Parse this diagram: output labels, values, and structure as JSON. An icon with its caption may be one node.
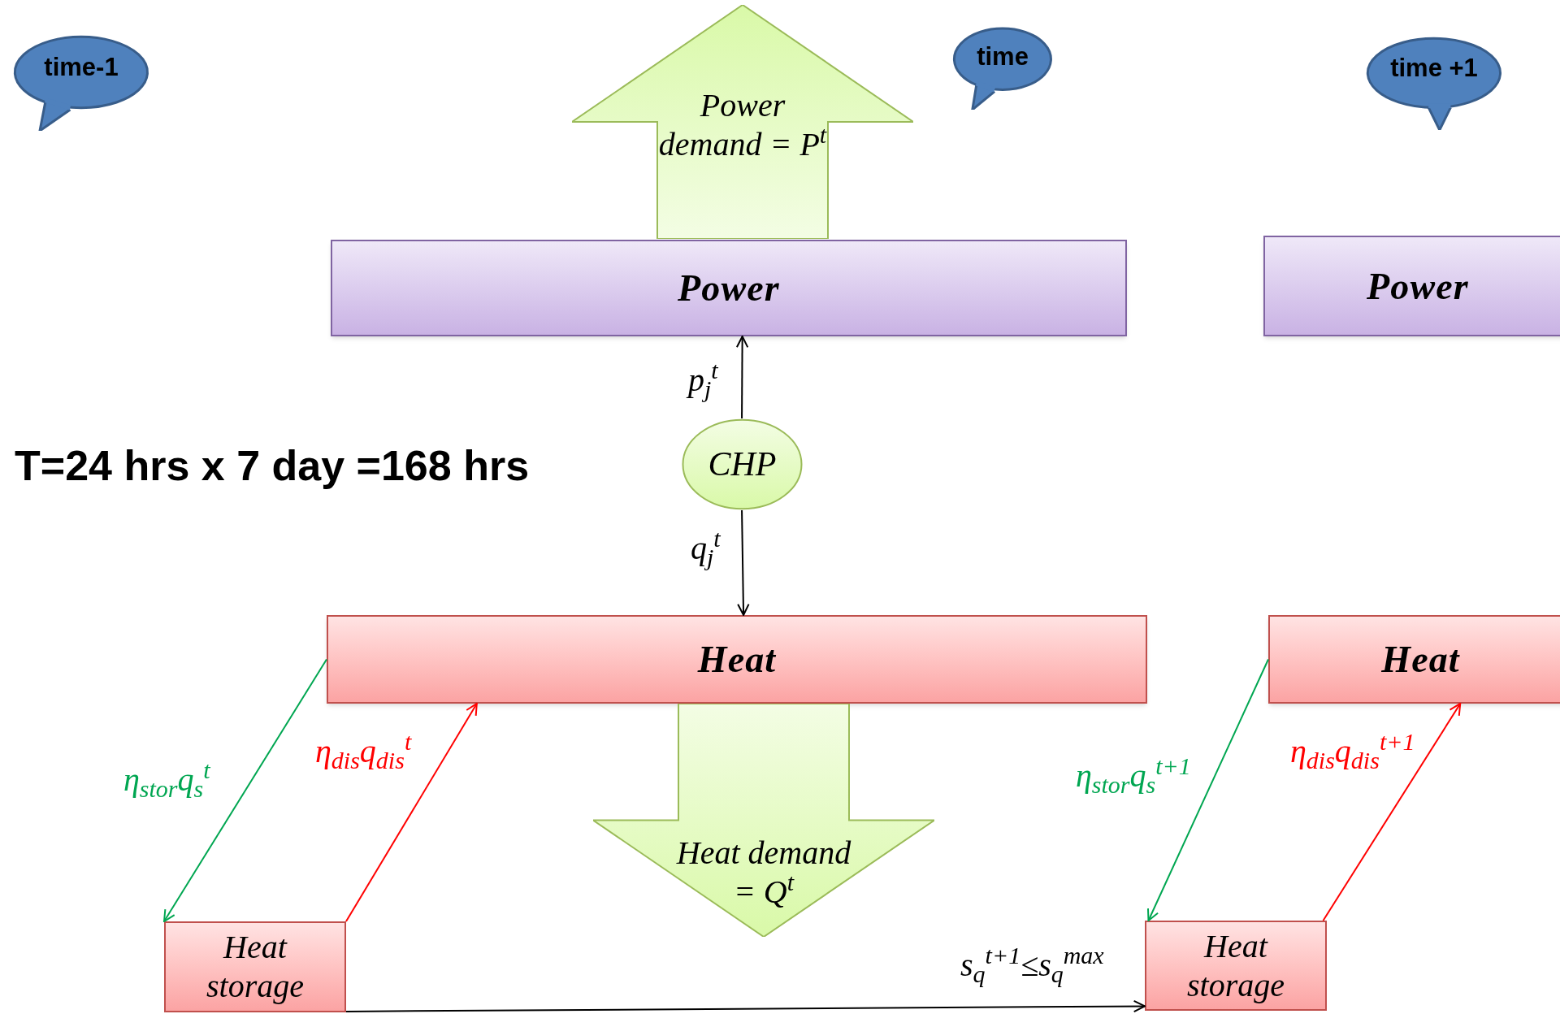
{
  "diagram": {
    "nodes": [
      {
        "text": [
          "time-1"
        ]
      },
      {
        "text": [
          "time"
        ]
      },
      {
        "text": [
          "time +1"
        ]
      },
      {
        "text": [
          "Power demand = P$^{t}$"
        ]
      },
      {
        "text": [
          "Power"
        ]
      },
      {
        "text": [
          "Power"
        ]
      },
      {
        "text": [
          "CHP"
        ]
      },
      {
        "text": [
          "Heat"
        ]
      },
      {
        "text": [
          "Heat"
        ]
      },
      {
        "text": [
          "Heat demand = Q$^{t}$"
        ]
      },
      {
        "text": [
          "Heat storage"
        ]
      },
      {
        "text": [
          "Heat storage"
        ]
      }
    ],
    "edges": [
      {
        "from": 6,
        "to": 4,
        "arrow": "to",
        "label": "p$_{j}$$^{t}$"
      },
      {
        "from": 6,
        "to": 7,
        "arrow": "to",
        "label": "q$_{j}$$^{t}$"
      },
      {
        "from": 7,
        "to": 10,
        "arrow": "to",
        "label": "η$_{stor}$q$_{s}$$^{t}$",
        "color": "#00a651"
      },
      {
        "from": 10,
        "to": 7,
        "arrow": "to",
        "label": "η$_{dis}$q$_{dis}$$^{t}$",
        "color": "#ff0000"
      },
      {
        "from": 8,
        "to": 11,
        "arrow": "to",
        "label": "η$_{stor}$q$_{s}$$^{t+1}$",
        "color": "#00a651"
      },
      {
        "from": 11,
        "to": 8,
        "arrow": "to",
        "label": "η$_{dis}$q$_{dis}$$^{t+1}$",
        "color": "#ff0000"
      },
      {
        "from": 10,
        "to": 11,
        "arrow": "to",
        "label": "s$_{q}$$^{t+1}$≤s$_{q}$$^{max}$"
      }
    ],
    "labels": [
      "T=24 hrs x 7 day =168 hrs"
    ]
  }
}
